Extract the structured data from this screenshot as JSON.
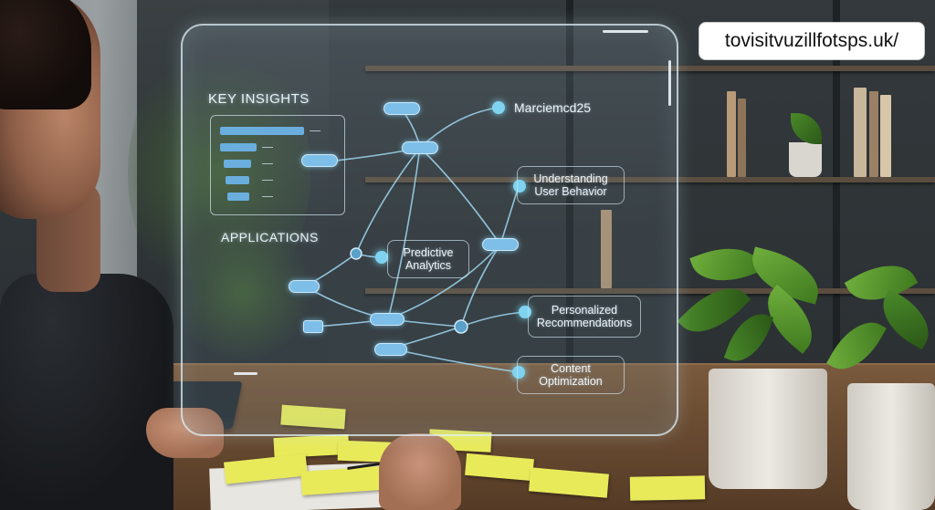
{
  "watermark": {
    "url_text": "tovisitvuzillfotsps.uk/"
  },
  "hologram": {
    "key_insights_heading": "KEY INSIGHTS",
    "applications_heading": "APPLICATIONS",
    "nodes": {
      "marciemcd": "Marciemcd25",
      "understanding": "Understanding\nUser Behavior",
      "predictive": "Predictive\nAnalytics",
      "personalized": "Personalized\nRecommendations",
      "content": "Content\nOptimization"
    }
  },
  "sticky_notes": [
    "",
    "",
    "",
    "",
    "",
    "",
    "",
    "",
    ""
  ],
  "colors": {
    "holo_accent": "#7dbfe8",
    "node_glow": "#7fd3f0",
    "sticky": "#e9ea5a",
    "desk": "#6a4c32"
  }
}
